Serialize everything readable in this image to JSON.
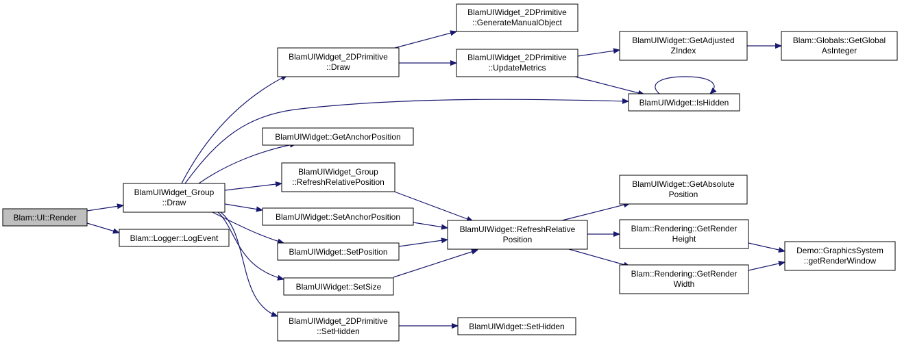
{
  "colors": {
    "edge": "#191970",
    "node_fill": "#ffffff",
    "root_fill": "#bfbfbf",
    "node_border": "#000000"
  },
  "nodes": {
    "render": [
      "Blam::UI::Render"
    ],
    "group_draw": [
      "BlamUIWidget_Group",
      "::Draw"
    ],
    "log_event": [
      "Blam::Logger::LogEvent"
    ],
    "prim_draw": [
      "BlamUIWidget_2DPrimitive",
      "::Draw"
    ],
    "get_anchor": [
      "BlamUIWidget::GetAnchorPosition"
    ],
    "group_refresh": [
      "BlamUIWidget_Group",
      "::RefreshRelativePosition"
    ],
    "set_anchor": [
      "BlamUIWidget::SetAnchorPosition"
    ],
    "set_position": [
      "BlamUIWidget::SetPosition"
    ],
    "set_size": [
      "BlamUIWidget::SetSize"
    ],
    "prim_sethidden": [
      "BlamUIWidget_2DPrimitive",
      "::SetHidden"
    ],
    "gen_manual": [
      "BlamUIWidget_2DPrimitive",
      "::GenerateManualObject"
    ],
    "update_metrics": [
      "BlamUIWidget_2DPrimitive",
      "::UpdateMetrics"
    ],
    "refresh_rel": [
      "BlamUIWidget::RefreshRelative",
      "Position"
    ],
    "set_hidden": [
      "BlamUIWidget::SetHidden"
    ],
    "get_adj_z": [
      "BlamUIWidget::GetAdjusted",
      "ZIndex"
    ],
    "is_hidden": [
      "BlamUIWidget::IsHidden"
    ],
    "get_abs_pos": [
      "BlamUIWidget::GetAbsolute",
      "Position"
    ],
    "get_render_h": [
      "Blam::Rendering::GetRender",
      "Height"
    ],
    "get_render_w": [
      "Blam::Rendering::GetRender",
      "Width"
    ],
    "globals_int": [
      "Blam::Globals::GetGlobal",
      "AsInteger"
    ],
    "demo_gfx": [
      "Demo::GraphicsSystem",
      "::getRenderWindow"
    ]
  }
}
